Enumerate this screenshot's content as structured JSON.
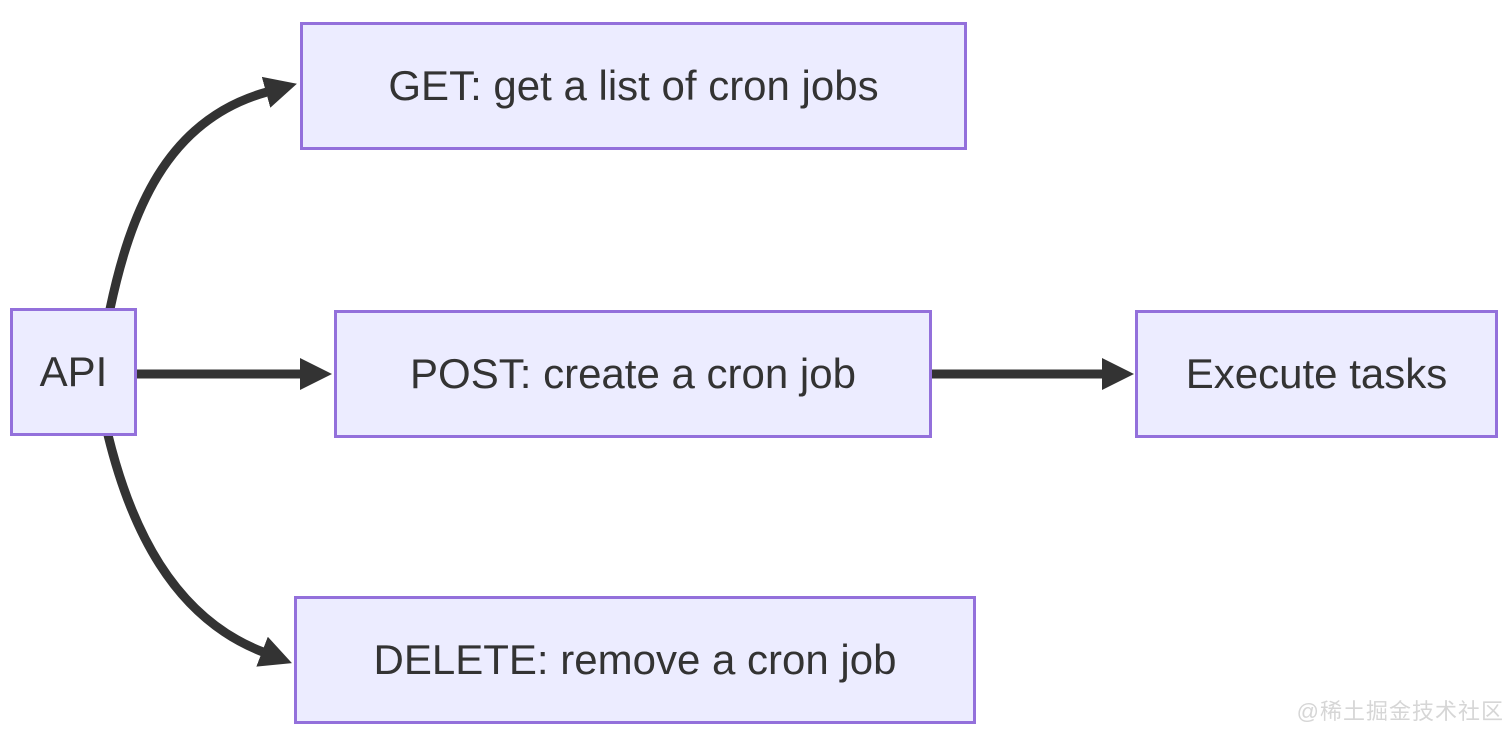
{
  "diagram": {
    "type": "flowchart",
    "direction": "left-to-right",
    "nodes": {
      "api": {
        "label": "API"
      },
      "get": {
        "label": "GET: get a list of cron jobs"
      },
      "post": {
        "label": "POST: create a cron job"
      },
      "execute": {
        "label": "Execute tasks"
      },
      "delete": {
        "label": "DELETE: remove a cron job"
      }
    },
    "edges": [
      {
        "from": "api",
        "to": "get"
      },
      {
        "from": "api",
        "to": "post"
      },
      {
        "from": "api",
        "to": "delete"
      },
      {
        "from": "post",
        "to": "execute"
      }
    ]
  },
  "watermark": {
    "text": "@稀土掘金技术社区"
  },
  "colors": {
    "background": "#ffffff",
    "node_fill": "#ECECFF",
    "node_border": "#9370DB",
    "node_text": "#333333",
    "arrow": "#333333",
    "watermark_text": "#d6d6d6"
  }
}
